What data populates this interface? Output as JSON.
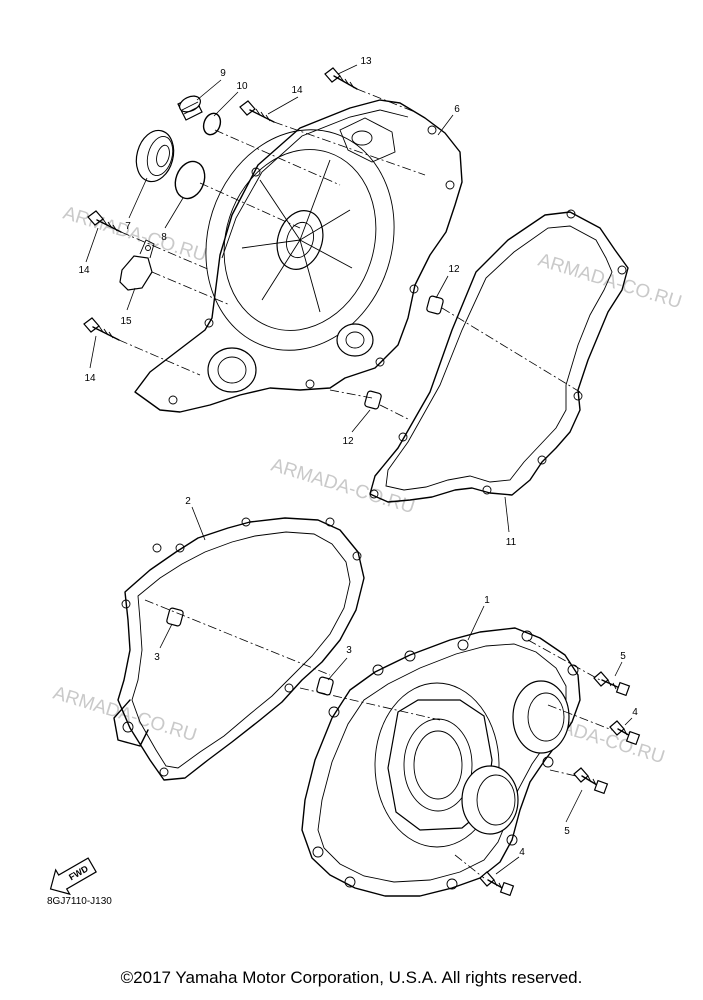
{
  "watermark": "ARMADA-CO.RU",
  "diagram_code": "8GJ7110-J130",
  "fwd_label": "FWD",
  "copyright": "©2017 Yamaha Motor Corporation, U.S.A. All rights reserved.",
  "callouts": {
    "p1": "1",
    "p2": "2",
    "p3a": "3",
    "p3b": "3",
    "p4a": "4",
    "p4b": "4",
    "p5a": "5",
    "p5b": "5",
    "p6": "6",
    "p7": "7",
    "p8": "8",
    "p9": "9",
    "p10": "10",
    "p11": "11",
    "p12a": "12",
    "p12b": "12",
    "p13": "13",
    "p14a": "14",
    "p14b": "14",
    "p14c": "14",
    "p15": "15"
  }
}
